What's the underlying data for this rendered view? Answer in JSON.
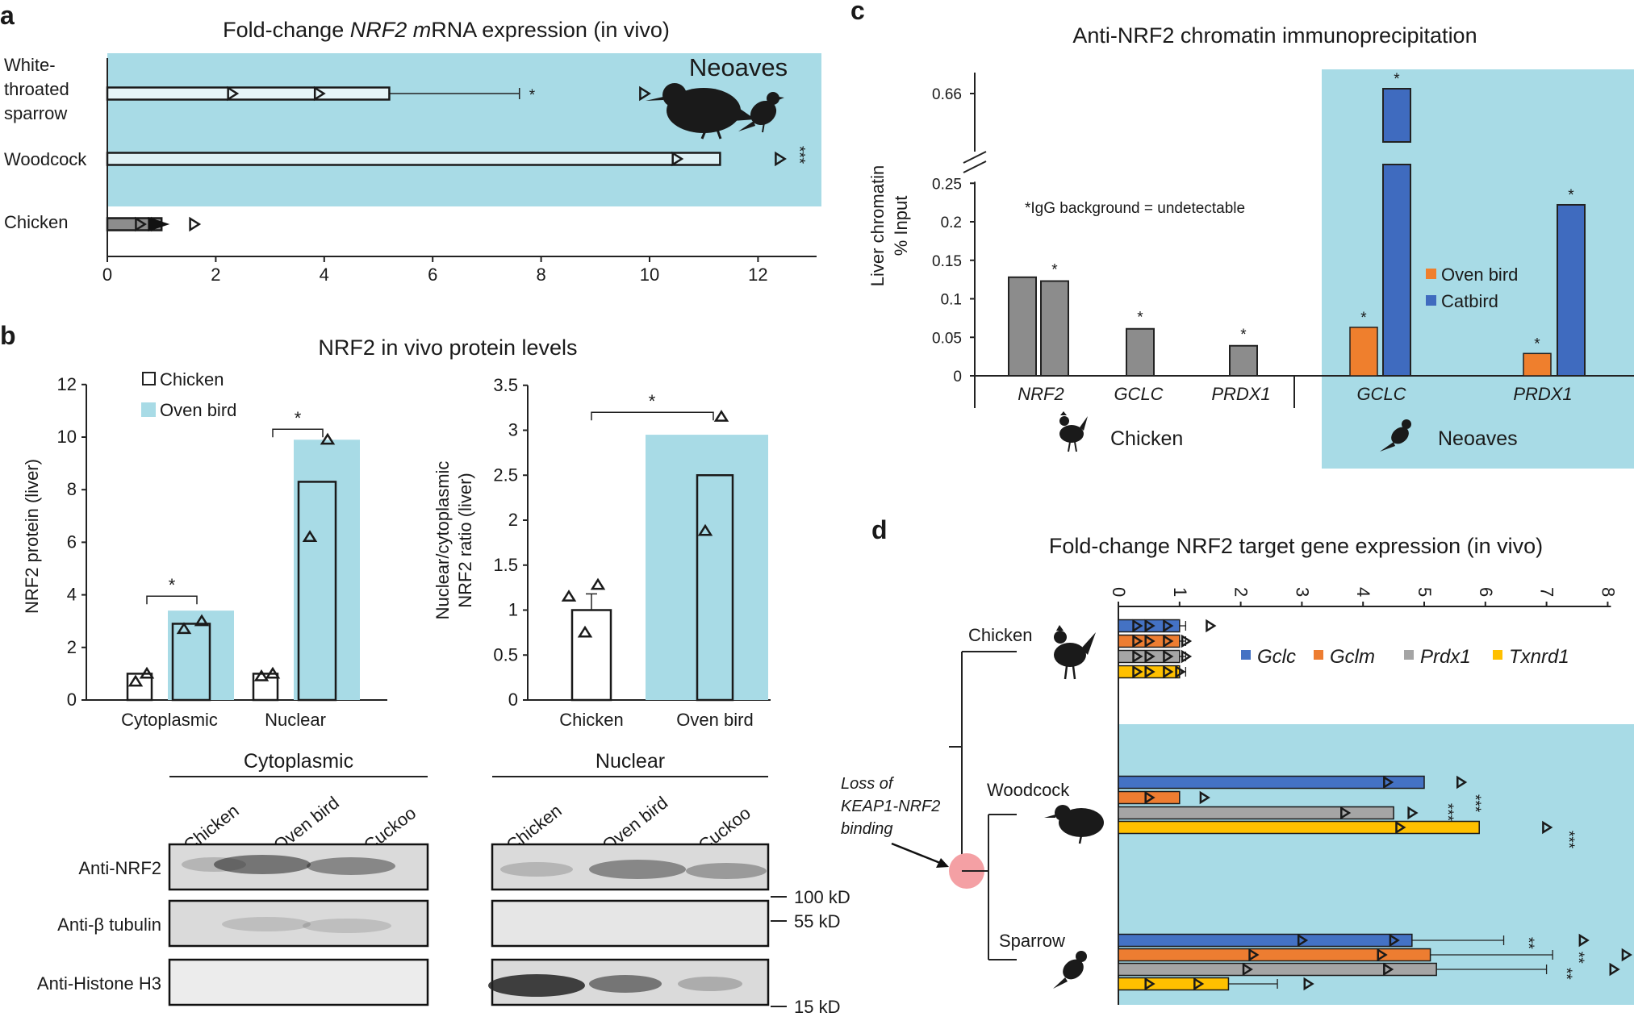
{
  "colors": {
    "neoaves_bg": "#a8dbe6",
    "chicken_bar": "#8c8c8c",
    "oven_bird": "#ef7f2d",
    "catbird": "#3f6bbf",
    "gclc": "#4472c4",
    "gclm": "#ed7d31",
    "prdx1": "#a5a5a5",
    "txnrd1": "#ffc000",
    "keap_node": "#f4a0a4"
  },
  "panels": {
    "a": {
      "letter": "a",
      "title_prefix": "Fold-change",
      "title_gene": "NRF2",
      "title_m": "m",
      "title_suffix": "RNA expression (in vivo)",
      "region_label": "Neoaves",
      "icon_names": [
        "woodcock-silhouette-icon",
        "sparrow-silhouette-icon"
      ]
    },
    "b": {
      "letter": "b",
      "title": "NRF2 in vivo protein levels",
      "legend": [
        "Chicken",
        "Oven bird"
      ],
      "blot": {
        "groups": [
          "Cytoplasmic",
          "Nuclear"
        ],
        "lanes": [
          "Chicken",
          "Oven bird",
          "Cuckoo"
        ],
        "rows": [
          "Anti-NRF2",
          "Anti-β tubulin",
          "Anti-Histone H3"
        ],
        "markers": [
          "100 kD",
          "55 kD",
          "15 kD"
        ]
      }
    },
    "c": {
      "letter": "c",
      "title": "Anti-NRF2 chromatin immunoprecipitation",
      "note": "*IgG background = undetectable",
      "group_labels": [
        "Chicken",
        "Neoaves"
      ],
      "icon_names": [
        "rooster-silhouette-icon",
        "songbird-silhouette-icon"
      ]
    },
    "d": {
      "letter": "d",
      "title": "Fold-change NRF2 target gene expression (in vivo)",
      "species": [
        "Chicken",
        "Woodcock",
        "Sparrow"
      ],
      "node_label": [
        "Loss of",
        "KEAP1-NRF2",
        "binding"
      ],
      "icon_names": [
        "rooster-silhouette-icon",
        "woodcock-silhouette-icon",
        "sparrow-silhouette-icon"
      ]
    }
  },
  "chart_data": [
    {
      "panel": "a",
      "type": "bar",
      "orientation": "horizontal",
      "title": "Fold-change NRF2 mRNA expression (in vivo)",
      "categories": [
        "White-throated sparrow",
        "Woodcock",
        "Chicken"
      ],
      "category_lines": [
        [
          "White-",
          "throated",
          "sparrow"
        ],
        [
          "Woodcock"
        ],
        [
          "Chicken"
        ]
      ],
      "values": [
        5.2,
        11.3,
        1.0
      ],
      "error_upper": [
        7.6,
        null,
        null
      ],
      "points": [
        [
          2.3,
          3.9,
          9.9
        ],
        [
          10.5,
          12.4
        ],
        [
          0.6,
          0.9,
          1.6
        ]
      ],
      "significance": [
        "*",
        "***",
        ""
      ],
      "xlim": [
        0,
        13
      ],
      "xticks": [
        0,
        2,
        4,
        6,
        8,
        10,
        12
      ],
      "shaded_categories": [
        "White-throated sparrow",
        "Woodcock"
      ]
    },
    {
      "panel": "b-left",
      "type": "bar",
      "ylabel": "NRF2 protein (liver)",
      "categories": [
        "Cytoplasmic",
        "Nuclear"
      ],
      "series": [
        {
          "name": "Chicken",
          "values": [
            1.0,
            1.0
          ],
          "points": [
            [
              0.7,
              1.0
            ],
            [
              0.9,
              1.0
            ]
          ]
        },
        {
          "name": "Oven bird",
          "values": [
            2.9,
            8.3
          ],
          "points": [
            [
              2.7,
              3.0
            ],
            [
              6.2,
              9.9
            ]
          ],
          "background": [
            3.4,
            9.9
          ]
        }
      ],
      "ylim": [
        0,
        12
      ],
      "yticks": [
        0,
        2,
        4,
        6,
        8,
        10,
        12
      ],
      "significance": [
        "*",
        "*"
      ]
    },
    {
      "panel": "b-right",
      "type": "bar",
      "ylabel": [
        "Nuclear/cytoplasmic",
        "NRF2 ratio (liver)"
      ],
      "categories": [
        "Chicken",
        "Oven bird"
      ],
      "values": [
        1.0,
        2.5
      ],
      "error_upper": [
        1.18,
        null
      ],
      "points": [
        [
          1.15,
          1.28,
          0.75
        ],
        [
          1.88,
          3.15
        ]
      ],
      "background": [
        null,
        2.95
      ],
      "ylim": [
        0,
        3.5
      ],
      "yticks": [
        "0",
        "0.5",
        "1",
        "1.5",
        "2",
        "2.5",
        "3",
        "3.5"
      ],
      "significance": "*"
    },
    {
      "panel": "c",
      "type": "bar",
      "title": "Anti-NRF2 chromatin immunoprecipitation",
      "ylabel": [
        "Liver chromatin",
        "% Input"
      ],
      "yticks": [
        "0",
        "0.05",
        "0.1",
        "0.15",
        "0.2",
        "0.25",
        "0.66"
      ],
      "ylim_lower": [
        0,
        0.25
      ],
      "ylim_upper_tick": 0.66,
      "axis_break": true,
      "groups": [
        {
          "label": "Chicken",
          "categories": [
            "NRF2",
            "GCLC",
            "PRDX1"
          ]
        },
        {
          "label": "Neoaves",
          "categories": [
            "GCLC",
            "PRDX1"
          ]
        }
      ],
      "series": [
        {
          "name": "Chicken",
          "values": [
            0.128,
            0.123,
            0.061,
            0.039
          ],
          "stars": [
            "",
            "*",
            "*",
            "*"
          ]
        },
        {
          "name": "Oven bird",
          "values": [
            0.063,
            0.029
          ],
          "stars": [
            "*",
            "*"
          ]
        },
        {
          "name": "Catbird",
          "values": [
            0.66,
            0.222
          ],
          "stars": [
            "*",
            "*"
          ]
        }
      ],
      "legend": [
        "Oven bird",
        "Catbird"
      ],
      "legend_position": "right"
    },
    {
      "panel": "d",
      "type": "bar",
      "orientation": "horizontal",
      "title": "Fold-change NRF2 target gene expression (in vivo)",
      "categories": [
        "Chicken",
        "Woodcock",
        "Sparrow"
      ],
      "series": [
        {
          "name": "Gclc",
          "values": [
            1.0,
            5.0,
            4.8
          ],
          "error_upper": [
            1.1,
            null,
            6.3
          ],
          "points": [
            [
              0.3,
              0.5,
              0.8,
              1.5
            ],
            [
              4.4,
              5.6
            ],
            [
              3.0,
              4.5,
              7.6
            ]
          ],
          "stars": [
            "",
            "***",
            "**"
          ]
        },
        {
          "name": "Gclm",
          "values": [
            1.0,
            1.0,
            5.1
          ],
          "error_upper": [
            1.1,
            null,
            7.1
          ],
          "points": [
            [
              0.3,
              0.5,
              0.8,
              1.1
            ],
            [
              0.5,
              1.4
            ],
            [
              2.2,
              4.3,
              8.3
            ]
          ],
          "stars": [
            "",
            "",
            "**"
          ]
        },
        {
          "name": "Prdx1",
          "values": [
            1.0,
            4.5,
            5.2
          ],
          "error_upper": [
            1.1,
            null,
            7.0
          ],
          "points": [
            [
              0.3,
              0.5,
              0.8,
              1.1
            ],
            [
              3.7,
              4.8
            ],
            [
              2.1,
              4.4,
              8.1
            ]
          ],
          "stars": [
            "",
            "***",
            "**"
          ]
        },
        {
          "name": "Txnrd1",
          "values": [
            1.0,
            5.9,
            1.8
          ],
          "error_upper": [
            1.1,
            null,
            2.6
          ],
          "points": [
            [
              0.3,
              0.5,
              0.8,
              1.0
            ],
            [
              4.6,
              7.0
            ],
            [
              0.5,
              1.3,
              3.1
            ]
          ],
          "stars": [
            "",
            "***",
            ""
          ]
        }
      ],
      "xlim": [
        0,
        8
      ],
      "xticks": [
        0,
        1,
        2,
        3,
        4,
        5,
        6,
        7,
        8
      ],
      "shaded_categories": [
        "Woodcock",
        "Sparrow"
      ],
      "legend_position": "top-right"
    }
  ]
}
